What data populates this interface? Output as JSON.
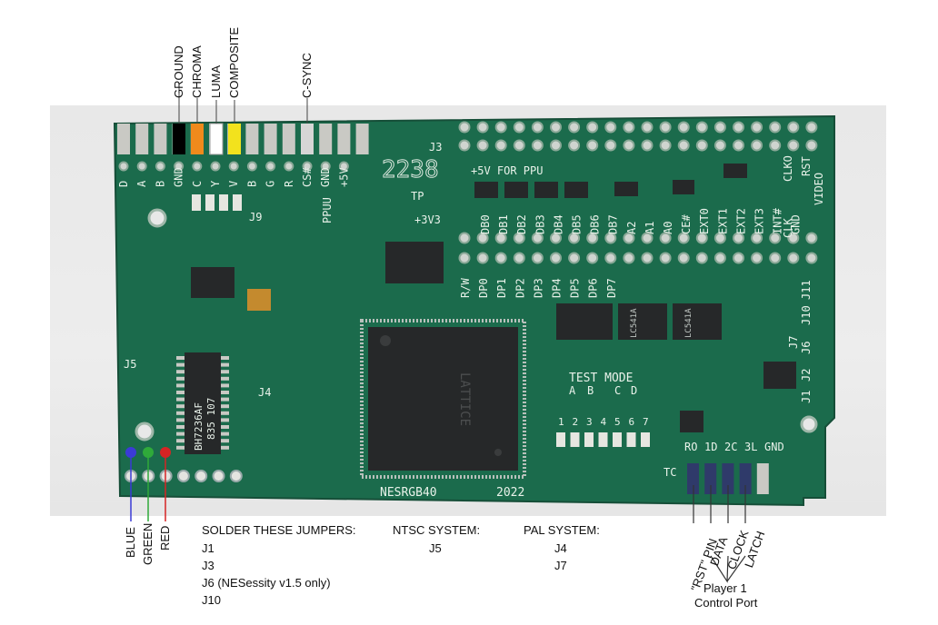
{
  "top_labels": [
    "GROUND",
    "CHROMA",
    "LUMA",
    "COMPOSITE",
    "C-SYNC"
  ],
  "bottom_vertical_labels": [
    "BLUE",
    "GREEN",
    "RED"
  ],
  "solder": {
    "heading": "SOLDER THESE JUMPERS:",
    "items": [
      "J1",
      "J3",
      "J6 (NESessity v1.5 only)",
      "J10"
    ]
  },
  "ntsc": {
    "heading": "NTSC SYSTEM:",
    "items": [
      "J5"
    ]
  },
  "pal": {
    "heading": "PAL SYSTEM:",
    "items": [
      "J4",
      "J7"
    ]
  },
  "controller_labels": [
    "\"RST\" PIN",
    "DATA",
    "CLOCK",
    "LATCH"
  ],
  "player_port": [
    "Player 1",
    "Control Port"
  ],
  "pcb": {
    "silk_top": [
      "D",
      "A",
      "B",
      "GND",
      "C",
      "Y",
      "V",
      "B",
      "G",
      "R",
      "CS#",
      "GND",
      "+5V"
    ],
    "ppu_label": "+5V FOR PPU",
    "db_pins": [
      "DB0",
      "DB1",
      "DB2",
      "DB3",
      "DB4",
      "DB5",
      "DB6",
      "DB7",
      "A2",
      "A1",
      "A0",
      "CE#",
      "EXT0",
      "EXT1",
      "EXT2",
      "EXT3",
      "INT#",
      "GND"
    ],
    "right_top": [
      "RST",
      "CLKO",
      "VIDEO",
      "CLK"
    ],
    "dp_pins": [
      "R/W",
      "DP0",
      "DP1",
      "DP2",
      "DP3",
      "DP4",
      "DP5",
      "DP6",
      "DP7"
    ],
    "date_code": "2238",
    "tp": "TP",
    "v33": "+3V3",
    "ppuu": "PPUU",
    "j3": "J3",
    "j9": "J9",
    "j5": "J5",
    "j4": "J4",
    "j11": "J11",
    "j10": "J10",
    "j6": "J6",
    "j7": "J7",
    "j2": "J2",
    "j1": "J1",
    "test_mode": "TEST MODE",
    "test_letters": [
      "A",
      "B",
      "C",
      "D"
    ],
    "test_numbers": [
      "1",
      "2",
      "3",
      "4",
      "5",
      "6",
      "7"
    ],
    "bottom_pins": [
      "RO",
      "1D",
      "2C",
      "3L",
      "GND"
    ],
    "tc": "TC",
    "board_name": "NESRGB40",
    "board_year": "2022",
    "fpga_brand": "LATTICE",
    "chip_bh": [
      "BH7236AF",
      "835 107"
    ],
    "chip_ls": [
      "LC541A",
      "LC541A"
    ]
  },
  "colors": {
    "pcb_green": "#1b6b4c",
    "pad": "#c9c9c4",
    "chip": "#262829",
    "wire_ground": "#000000",
    "wire_chroma": "#f08a1c",
    "wire_luma": "#ffffff",
    "wire_composite": "#f2e21d",
    "wire_csync": "#d6d6d6",
    "dot_blue": "#3b3bd6",
    "dot_green": "#2faa3a",
    "dot_red": "#d62424"
  }
}
